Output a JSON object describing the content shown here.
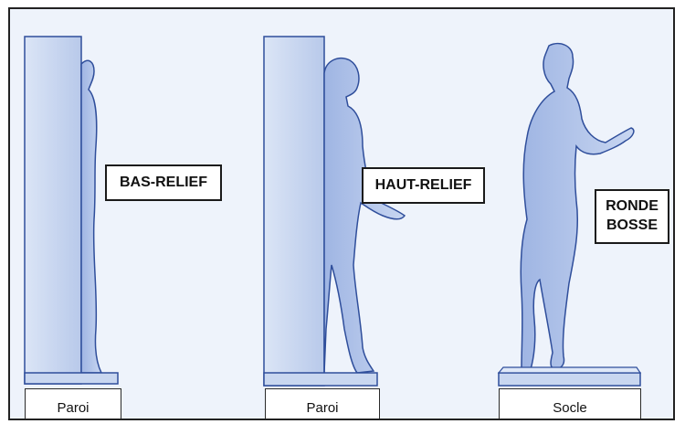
{
  "labels": {
    "bas_relief": "BAS-RELIEF",
    "haut_relief": "HAUT-RELIEF",
    "ronde_bosse": "RONDE\nBOSSE"
  },
  "captions": {
    "paroi_1": "Paroi",
    "paroi_2": "Paroi",
    "socle": "Socle"
  },
  "colors": {
    "ink": "#2f4e9b",
    "wash": "#c9d7f0",
    "background": "#eef3fb"
  }
}
